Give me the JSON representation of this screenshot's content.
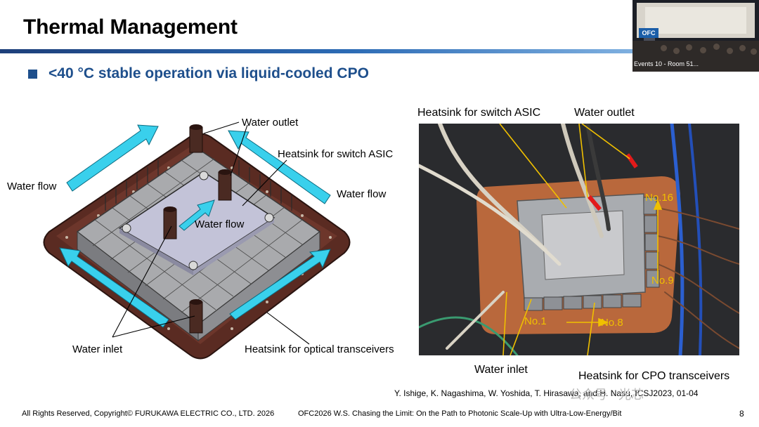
{
  "slide": {
    "title": "Thermal Management",
    "bullet": "<40 °C stable operation via liquid-cooled CPO"
  },
  "webcam": {
    "caption": "Events 10 - Room 51...",
    "logo": "OFC"
  },
  "left_figure": {
    "labels": {
      "water_outlet": "Water outlet",
      "heatsink_switch_asic": "Heatsink for switch ASIC",
      "water_flow_left": "Water flow",
      "water_flow_right": "Water flow",
      "water_flow_center": "Water flow",
      "water_inlet": "Water inlet",
      "heatsink_optical": "Heatsink for optical transceivers"
    }
  },
  "right_figure": {
    "labels": {
      "heatsink_switch_asic": "Heatsink for switch ASIC",
      "water_outlet": "Water outlet",
      "water_inlet": "Water inlet",
      "heatsink_cpo": "Heatsink for CPO transceivers"
    },
    "photo_labels": {
      "no16": "No.16",
      "no9": "No.9",
      "no1": "No.1",
      "no8": "No.8"
    }
  },
  "reference": "Y. Ishige, K. Nagashima, W. Yoshida, T. Hirasawa, and H. Nasu, ICSJ2023, 01-04",
  "watermark": "公众号 · 光芯",
  "footer": {
    "copyright": "All Rights Reserved, Copyright© FURUKAWA ELECTRIC CO., LTD. 2026",
    "workshop": "OFC2026 W.S. Chasing the Limit: On the Path to Photonic Scale-Up with Ultra-Low-Energy/Bit",
    "page_number": "8"
  },
  "colors": {
    "title_rule_dark": "#1d3f7a",
    "bullet_blue": "#1e4f8c",
    "flow_arrow": "#39d0ec",
    "photo_label": "#f0c000"
  },
  "icons": {
    "bullet": "square-bullet-icon",
    "flow": "arrow-icon"
  }
}
